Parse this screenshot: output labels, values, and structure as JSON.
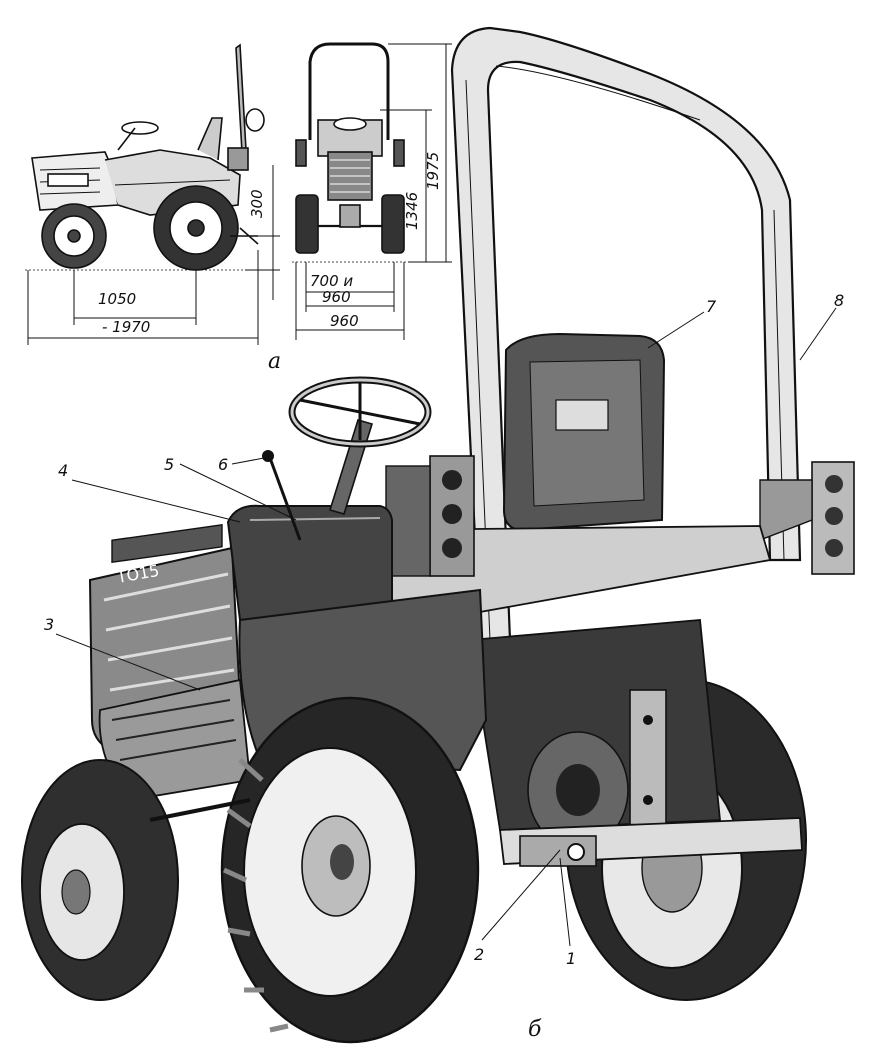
{
  "dimensions": {
    "d1050": "1050",
    "d1970": "- 1970",
    "d300": "300",
    "d1346": "1346",
    "d1975": "1975",
    "d700": "700 и",
    "d960a": "960",
    "d960b": "960"
  },
  "captions": {
    "a": "а",
    "b": "б"
  },
  "callouts": [
    "1",
    "2",
    "3",
    "4",
    "5",
    "6",
    "7",
    "8"
  ],
  "hood_text": "ТО15"
}
